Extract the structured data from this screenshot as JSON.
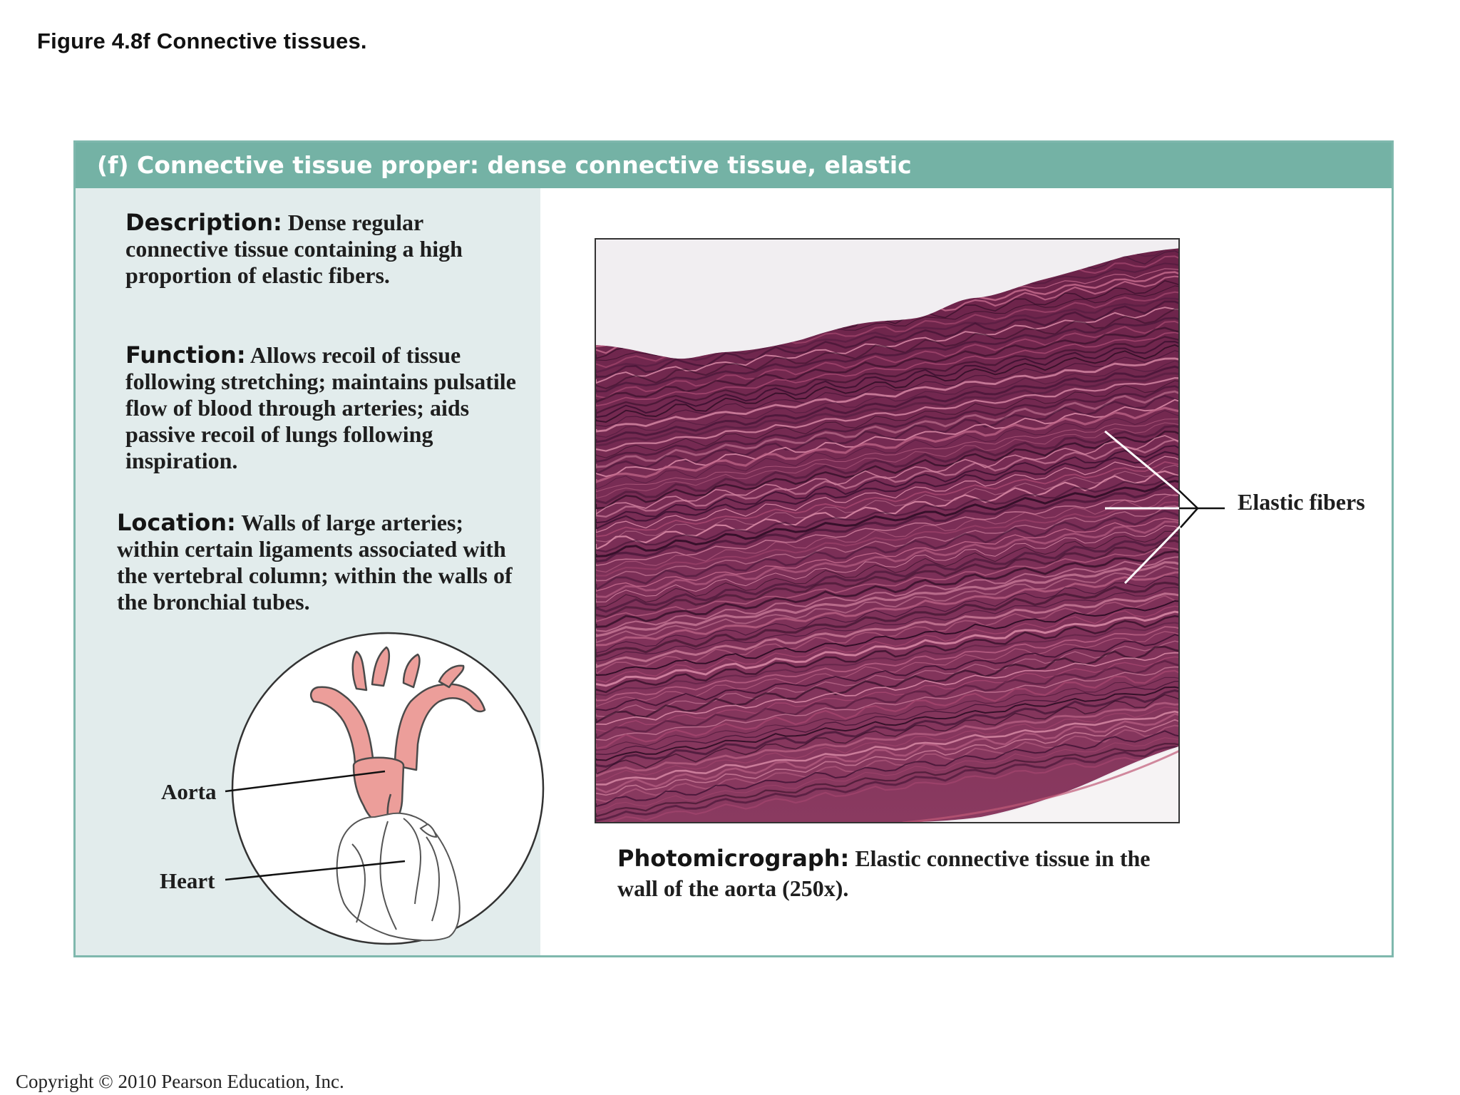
{
  "figure_title": "Figure 4.8f  Connective tissues.",
  "panel": {
    "header": "(f)  Connective tissue proper: dense connective tissue, elastic",
    "description": {
      "label": "Description:",
      "text": " Dense regular connective tissue containing a high proportion of elastic fibers."
    },
    "function": {
      "label": "Function:",
      "text": " Allows recoil of tissue following stretching; maintains pulsatile flow of blood through arteries; aids passive recoil of lungs following inspiration."
    },
    "location": {
      "label": "Location:",
      "text": " Walls of large arteries; within certain ligaments associated with the vertebral column; within the walls of the bronchial tubes."
    },
    "diagram": {
      "aorta_label": "Aorta",
      "heart_label": "Heart",
      "aorta_color": "#ec9e9a"
    },
    "micrograph": {
      "fiber_label": "Elastic fibers",
      "caption_label": "Photomicrograph:",
      "caption_text": " Elastic connective tissue in the wall of the aorta (250x).",
      "tissue_color": "#7a2e56"
    }
  },
  "colors": {
    "header_bg": "#74b2a5",
    "left_bg": "#e2ecec",
    "border": "#7fb8ad"
  },
  "copyright": "Copyright © 2010 Pearson Education, Inc."
}
